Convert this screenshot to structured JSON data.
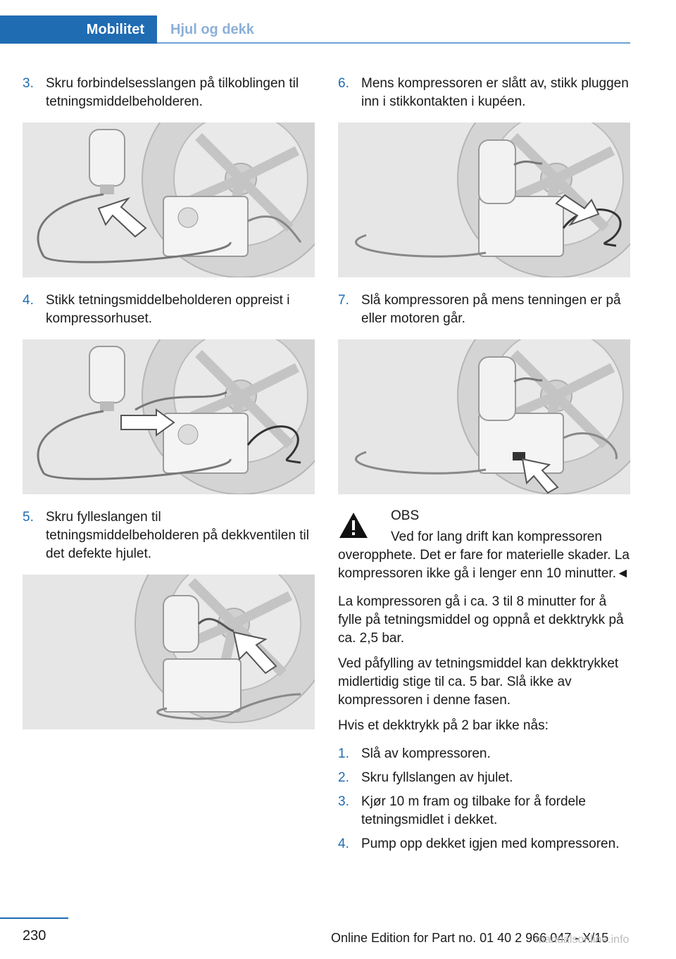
{
  "header": {
    "active_tab": "Mobilitet",
    "inactive_tab": "Hjul og dekk"
  },
  "left_column": {
    "steps": [
      {
        "num": "3.",
        "text": "Skru forbindelsesslangen på tilkoblingen til tetningsmiddelbeholderen."
      },
      {
        "num": "4.",
        "text": "Stikk tetningsmiddelbeholderen oppreist i kompressorhuset."
      },
      {
        "num": "5.",
        "text": "Skru fylleslangen til tetningsmiddelbeholderen på dekkventilen til det defekte hjulet."
      }
    ]
  },
  "right_column": {
    "steps": [
      {
        "num": "6.",
        "text": "Mens kompressoren er slått av, stikk pluggen inn i stikkontakten i kupéen."
      },
      {
        "num": "7.",
        "text": "Slå kompressoren på mens tenningen er på eller motoren går."
      }
    ],
    "warning": {
      "title": "OBS",
      "text_first": "Ved for lang drift kan kompressoren",
      "text_rest": "overopphete. Det er fare for materielle skader. La kompressoren ikke gå i lenger enn 10 minutter.◄"
    },
    "paragraphs": [
      "La kompressoren gå i ca. 3 til 8 minutter for å fylle på tetningsmiddel og oppnå et dekktrykk på ca. 2,5 bar.",
      "Ved påfylling av tetningsmiddel kan dekktrykket midlertidig stige til ca. 5 bar. Slå ikke av kompressoren i denne fasen.",
      "Hvis et dekktrykk på 2 bar ikke nås:"
    ],
    "sub_steps": [
      {
        "num": "1.",
        "text": "Slå av kompressoren."
      },
      {
        "num": "2.",
        "text": "Skru fyllslangen av hjulet."
      },
      {
        "num": "3.",
        "text": "Kjør 10 m fram og tilbake for å fordele tetningsmidlet i dekket."
      },
      {
        "num": "4.",
        "text": "Pump opp dekket igjen med kompressoren."
      }
    ]
  },
  "footer": {
    "page_number": "230",
    "edition": "Online Edition for Part no. 01 40 2 966 047 - X/15",
    "watermark": "manualsonline.info"
  },
  "colors": {
    "accent": "#1f6cb3",
    "figure_bg": "#e6e6e6"
  },
  "icons": [
    "warning-triangle-icon",
    "arrow-indicator-icon"
  ]
}
